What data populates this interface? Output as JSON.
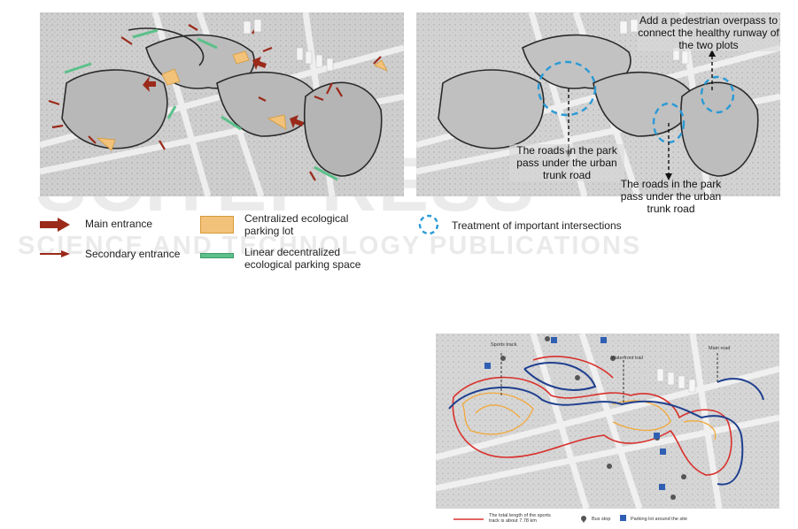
{
  "panel1": {
    "legend": {
      "main_entrance": "Main entrance",
      "secondary_entrance": "Secondary entrance",
      "centralized_parking": "Centralized ecological parking lot",
      "linear_parking": "Linear decentralized ecological parking space"
    },
    "colors": {
      "main_entrance": "#9b2a1a",
      "parking_lot": "#f2c27a",
      "linear_parking": "#5cc08a"
    }
  },
  "panel2": {
    "annotations": {
      "overpass": "Add a pedestrian overpass to connect the healthy runway of the two plots",
      "roads_left": "The roads in the park pass under the urban trunk road",
      "roads_right": "The roads in the park pass under the urban trunk road"
    },
    "legend": {
      "intersections": "Treatment of important intersections"
    },
    "colors": {
      "intersection_circle": "#2a9ad6"
    }
  },
  "panel3": {
    "labels": {
      "sports_track": "Sports track",
      "waterfront_trail": "Waterfront trail",
      "main_road": "Main road"
    },
    "legend": {
      "track_length": "The total length of the sports track is about 7.78 km",
      "bus_stop": "Bus stop",
      "parking_around": "Parking lot around the site"
    },
    "colors": {
      "sports_track": "#d9302b",
      "main_road": "#1f3f8f",
      "trail": "#f2a93b",
      "parking_icon": "#2f5fb3"
    }
  },
  "watermark": {
    "line1": "SCITEPRESS",
    "line2": "SCIENCE AND TECHNOLOGY PUBLICATIONS"
  }
}
